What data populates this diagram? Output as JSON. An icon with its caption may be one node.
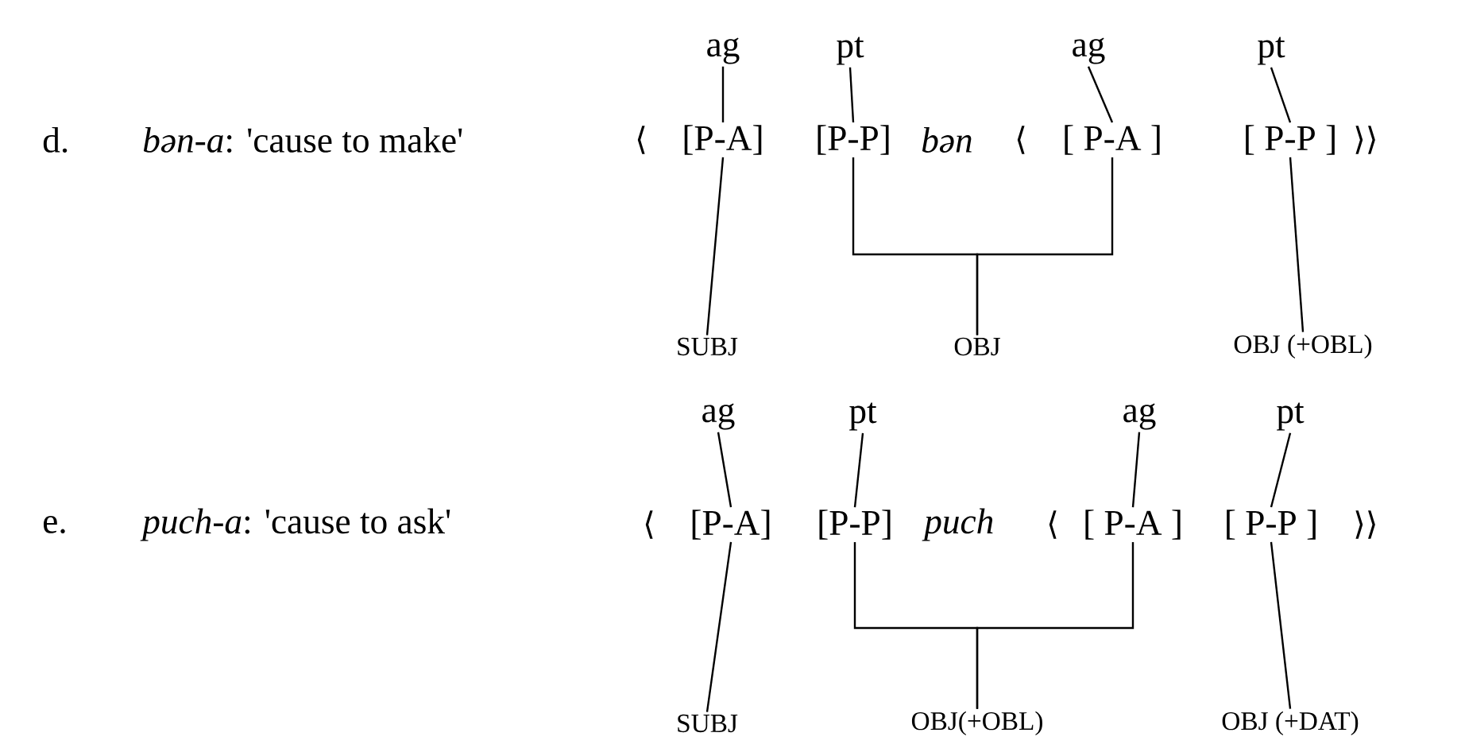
{
  "diagram": {
    "nodes": [
      {
        "text": [
          "ag"
        ]
      },
      {
        "text": [
          "pt"
        ]
      },
      {
        "text": [
          "ag"
        ]
      },
      {
        "text": [
          "pt"
        ]
      },
      {
        "text": [
          "[P-A]"
        ]
      },
      {
        "text": [
          "[P-P]"
        ]
      },
      {
        "text": [
          "[ P-A ]"
        ]
      },
      {
        "text": [
          "[ P-P ]"
        ]
      },
      {
        "text": [
          "SUBJ"
        ]
      },
      {
        "text": [
          "OBJ"
        ]
      },
      {
        "text": [
          "OBJ (+OBL)"
        ]
      },
      {
        "text": [
          "ag"
        ]
      },
      {
        "text": [
          "pt"
        ]
      },
      {
        "text": [
          "ag"
        ]
      },
      {
        "text": [
          "pt"
        ]
      },
      {
        "text": [
          "[P-A]"
        ]
      },
      {
        "text": [
          "[P-P]"
        ]
      },
      {
        "text": [
          "[ P-A ]"
        ]
      },
      {
        "text": [
          "[ P-P ]"
        ]
      },
      {
        "text": [
          "SUBJ"
        ]
      },
      {
        "text": [
          "OBJ(+OBL)"
        ]
      },
      {
        "text": [
          "OBJ (+DAT)"
        ]
      }
    ],
    "edges": [
      {
        "from": 0,
        "to": 4,
        "arrow": "none"
      },
      {
        "from": 1,
        "to": 5,
        "arrow": "none"
      },
      {
        "from": 2,
        "to": 6,
        "arrow": "none"
      },
      {
        "from": 3,
        "to": 7,
        "arrow": "none"
      },
      {
        "from": 4,
        "to": 8,
        "arrow": "none"
      },
      {
        "from": 5,
        "to": 9,
        "arrow": "none"
      },
      {
        "from": 6,
        "to": 9,
        "arrow": "none"
      },
      {
        "from": 7,
        "to": 10,
        "arrow": "none"
      },
      {
        "from": 11,
        "to": 15,
        "arrow": "none"
      },
      {
        "from": 12,
        "to": 16,
        "arrow": "none"
      },
      {
        "from": 13,
        "to": 17,
        "arrow": "none"
      },
      {
        "from": 14,
        "to": 18,
        "arrow": "none"
      },
      {
        "from": 15,
        "to": 19,
        "arrow": "none"
      },
      {
        "from": 16,
        "to": 20,
        "arrow": "none"
      },
      {
        "from": 17,
        "to": 20,
        "arrow": "none"
      },
      {
        "from": 18,
        "to": 21,
        "arrow": "none"
      }
    ],
    "labels": [
      "d.",
      "*bən-a*: 'cause to make'",
      "⟨",
      "bən",
      "⟨",
      "⟩⟩",
      "e.",
      "*puch-a*: 'cause to ask'",
      "⟨",
      "puch",
      "⟨",
      "⟩⟩"
    ]
  }
}
